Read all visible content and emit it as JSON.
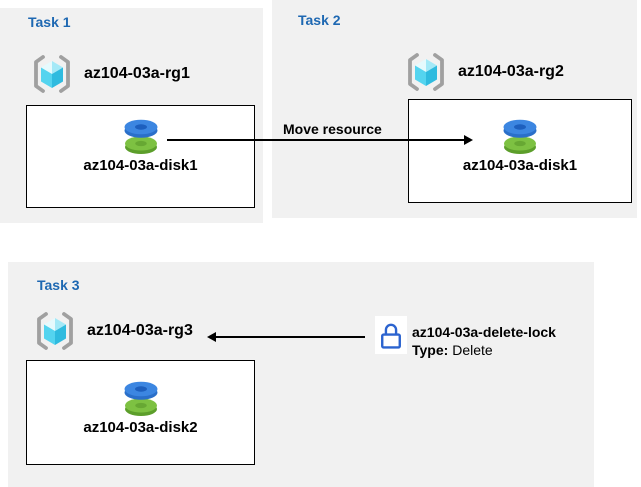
{
  "diagram": {
    "tasks": [
      {
        "title": "Task 1",
        "resource_group": "az104-03a-rg1",
        "disk": "az104-03a-disk1"
      },
      {
        "title": "Task 2",
        "resource_group": "az104-03a-rg2",
        "disk": "az104-03a-disk1"
      },
      {
        "title": "Task 3",
        "resource_group": "az104-03a-rg3",
        "disk": "az104-03a-disk2"
      }
    ],
    "move_arrow_label": "Move resource",
    "lock": {
      "name": "az104-03a-delete-lock",
      "type_label": "Type:",
      "type_value": "Delete"
    }
  },
  "icons": {
    "resource_group": "resource-group-icon",
    "disk": "disk-icon",
    "lock": "lock-icon"
  },
  "colors": {
    "panel_background": "#f1f1f1",
    "task_title_blue": "#1e68b2",
    "bracket_gray": "#a0a0a0",
    "cube_top_light": "#e6fafd",
    "cube_top": "#a4e9f7",
    "cube_left": "#54d4ef",
    "cube_right": "#2fbbdf",
    "disk_blue_top": "#3c86e1",
    "disk_blue_side": "#2a6fc9",
    "disk_blue_hole": "#1d5fbe",
    "disk_green_top": "#7dc142",
    "disk_green_side": "#5c9e2b",
    "disk_green_hole": "#67a833",
    "lock_blue": "#2b63cf",
    "arrow_black": "#000000"
  }
}
